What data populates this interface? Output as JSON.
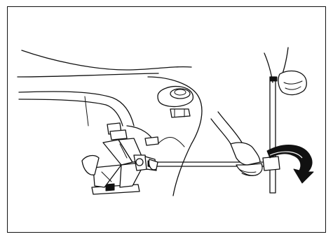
{
  "figure": {
    "subject": "scissor-jack-operation",
    "elements": [
      "car-body",
      "spare-tire-carrier",
      "scissor-jack",
      "jack-handle-rod",
      "jack-handle-crank",
      "left-hand",
      "right-hand",
      "rotation-arrow"
    ],
    "rotation_direction": "clockwise"
  }
}
